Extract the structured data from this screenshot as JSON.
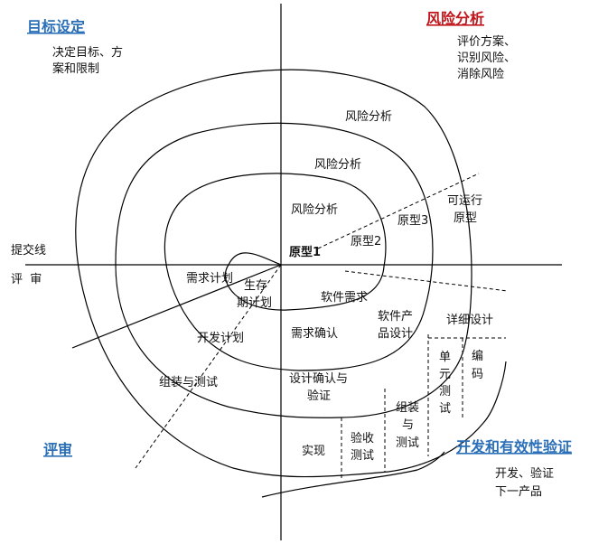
{
  "colors": {
    "blue": "#2a6fb7",
    "red": "#c0151b",
    "text": "#111111",
    "proto": "#c0151b"
  },
  "quadrants": {
    "goal": {
      "title": "目标设定",
      "lines": [
        "决定目标、方",
        "案和限制"
      ]
    },
    "risk": {
      "title": "风险分析",
      "lines": [
        "评价方案、",
        "识别风险、",
        "消除风险"
      ]
    },
    "review": {
      "title": "评审"
    },
    "develop": {
      "title": "开发和有效性验证",
      "lines": [
        "开发、验证",
        "下一产品"
      ]
    }
  },
  "left_labels": {
    "submit": "提交线",
    "review": "评  审"
  },
  "risk_analysis": [
    "风险分析",
    "风险分析",
    "风险分析"
  ],
  "prototypes": {
    "p1": "原型1",
    "p2": "原型2",
    "p3": "原型3",
    "run1": "可运行",
    "run2": "原型"
  },
  "plans": {
    "req_plan": "需求计划",
    "life1": "生存",
    "life2": "期计划",
    "dev_plan": "开发计划",
    "integ": "组装与测试"
  },
  "dev": {
    "sw_req": "软件需求",
    "req_conf": "需求确认",
    "prod1": "软件产",
    "prod2": "品设计",
    "dv1": "设计确认与",
    "dv2": "验证",
    "detail": "详细设计",
    "unit": [
      "单",
      "元",
      "测",
      "试"
    ],
    "code": [
      "编",
      "码"
    ],
    "assem": [
      "组装",
      "与",
      "测试"
    ],
    "accept": [
      "验收",
      "测试"
    ],
    "impl": "实现"
  }
}
